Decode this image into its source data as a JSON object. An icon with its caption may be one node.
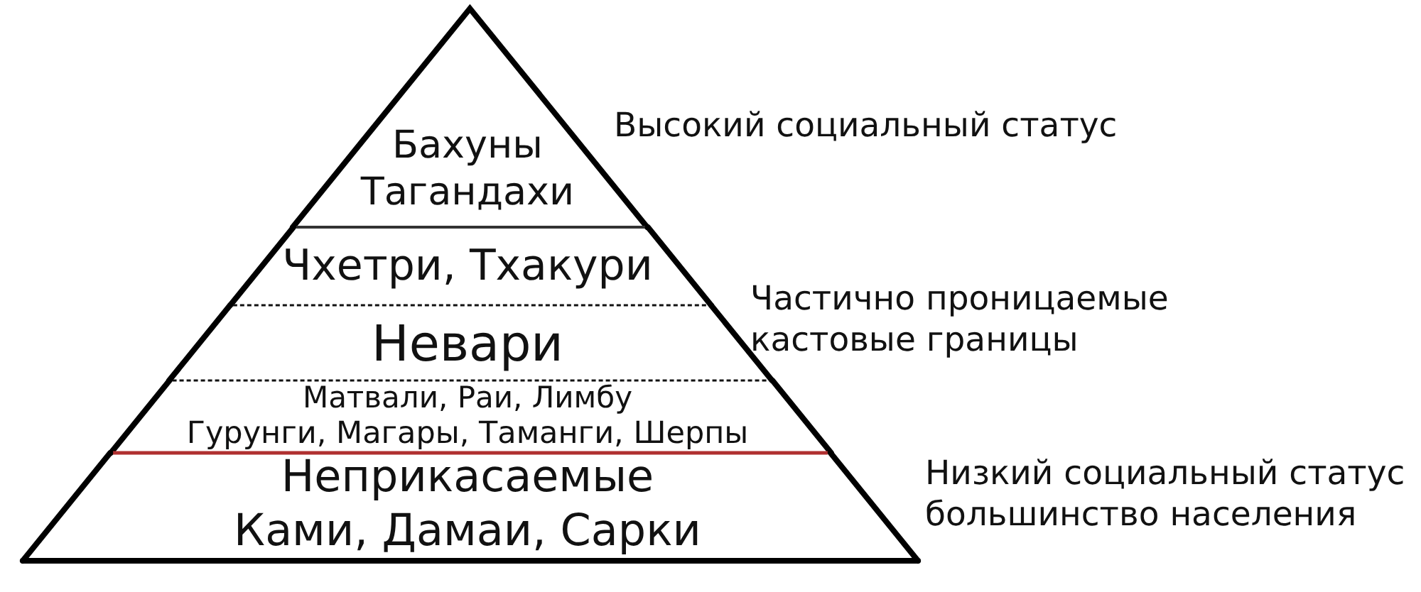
{
  "diagram": {
    "nodes": [
      {
        "text": [
          "Бахуны",
          "Тагандахи"
        ],
        "beside": [
          "Высокий социальный статус"
        ]
      },
      {
        "text": [
          "Чхетри, Тхакури"
        ]
      },
      {
        "text": [
          "Невари"
        ]
      },
      {
        "text": [
          "Матвали, Раи, Лимбу",
          "Гурунги, Магары, Таманги, Шерпы"
        ]
      },
      {
        "text": [
          "Неприкасаемые",
          "Ками, Дамаи, Сарки"
        ],
        "beside": [
          "Низкий социальный статус большинство населения"
        ]
      }
    ],
    "labels": [
      "Частично проницаемые кастовые границы"
    ]
  }
}
